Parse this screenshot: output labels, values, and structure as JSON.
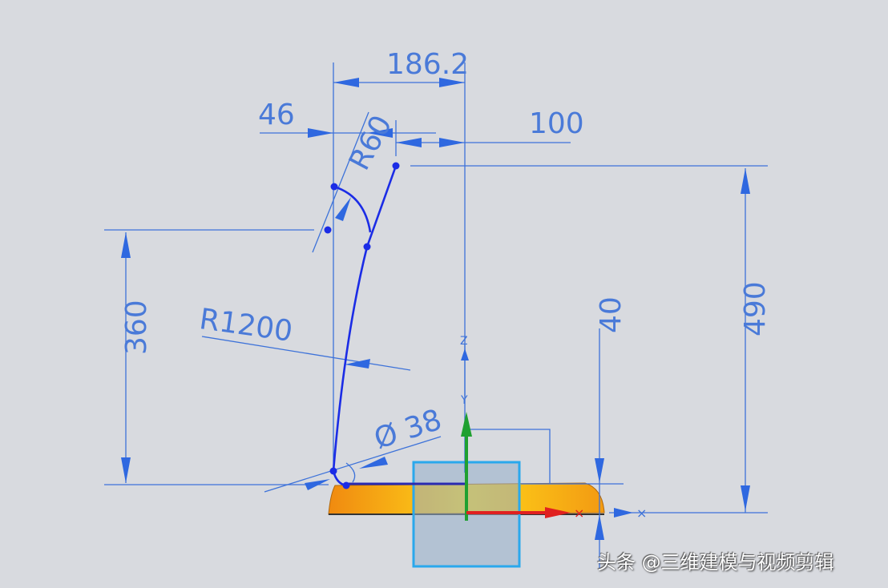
{
  "viewport": {
    "background": "#d8dadf",
    "dimensions": {
      "d1": "186.2",
      "d2": "46",
      "d3": "100",
      "d4": "R60",
      "d5": "360",
      "d6": "R1200",
      "d7": "490",
      "d8": "40",
      "d9": "Ø 38"
    },
    "axes": {
      "z": "Z",
      "y": "Y",
      "x": "X"
    },
    "colors": {
      "sketch_curve": "#1b2ce6",
      "dimension": "#3d72d9",
      "part": "#f5a21a",
      "x_axis": "#e02020",
      "y_axis": "#22a030"
    }
  },
  "watermark": "头条 @三维建模与视频剪辑"
}
